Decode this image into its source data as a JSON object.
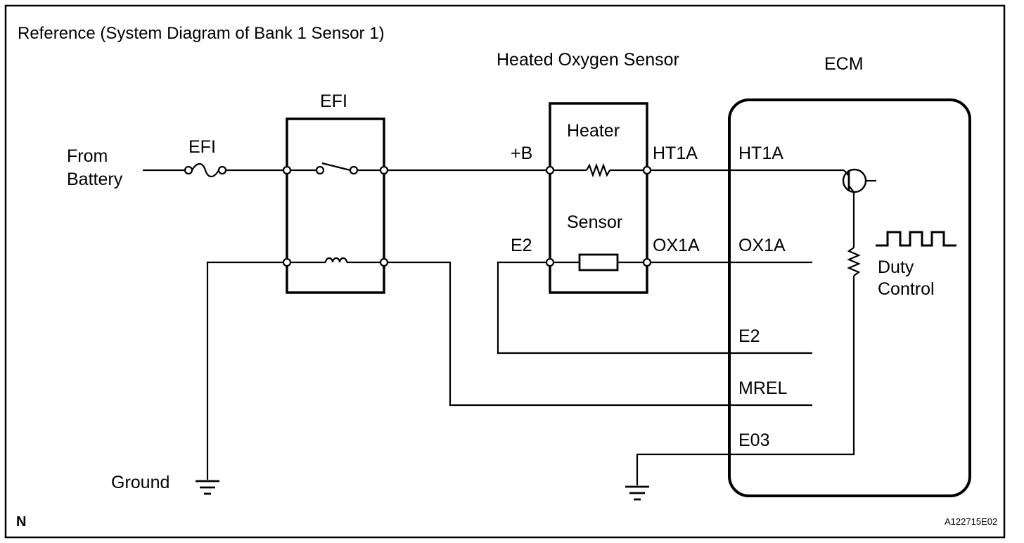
{
  "title": "Reference (System Diagram of Bank 1 Sensor 1)",
  "source": {
    "line1": "From",
    "line2": "Battery"
  },
  "fuse_label": "EFI",
  "relay_label": "EFI",
  "sensor": {
    "title": "Heated Oxygen Sensor",
    "heater": "Heater",
    "element": "Sensor"
  },
  "ecm": {
    "title": "ECM",
    "duty_line1": "Duty",
    "duty_line2": "Control"
  },
  "pins": {
    "plus_b": "+B",
    "e2_sensor": "E2",
    "ht1a_sensor": "HT1A",
    "ox1a_sensor": "OX1A",
    "ht1a_ecm": "HT1A",
    "ox1a_ecm": "OX1A",
    "e2_ecm": "E2",
    "mrel": "MREL",
    "e03": "E03"
  },
  "ground_label": "Ground",
  "corner_mark": "N",
  "figure_code": "A122715E02"
}
